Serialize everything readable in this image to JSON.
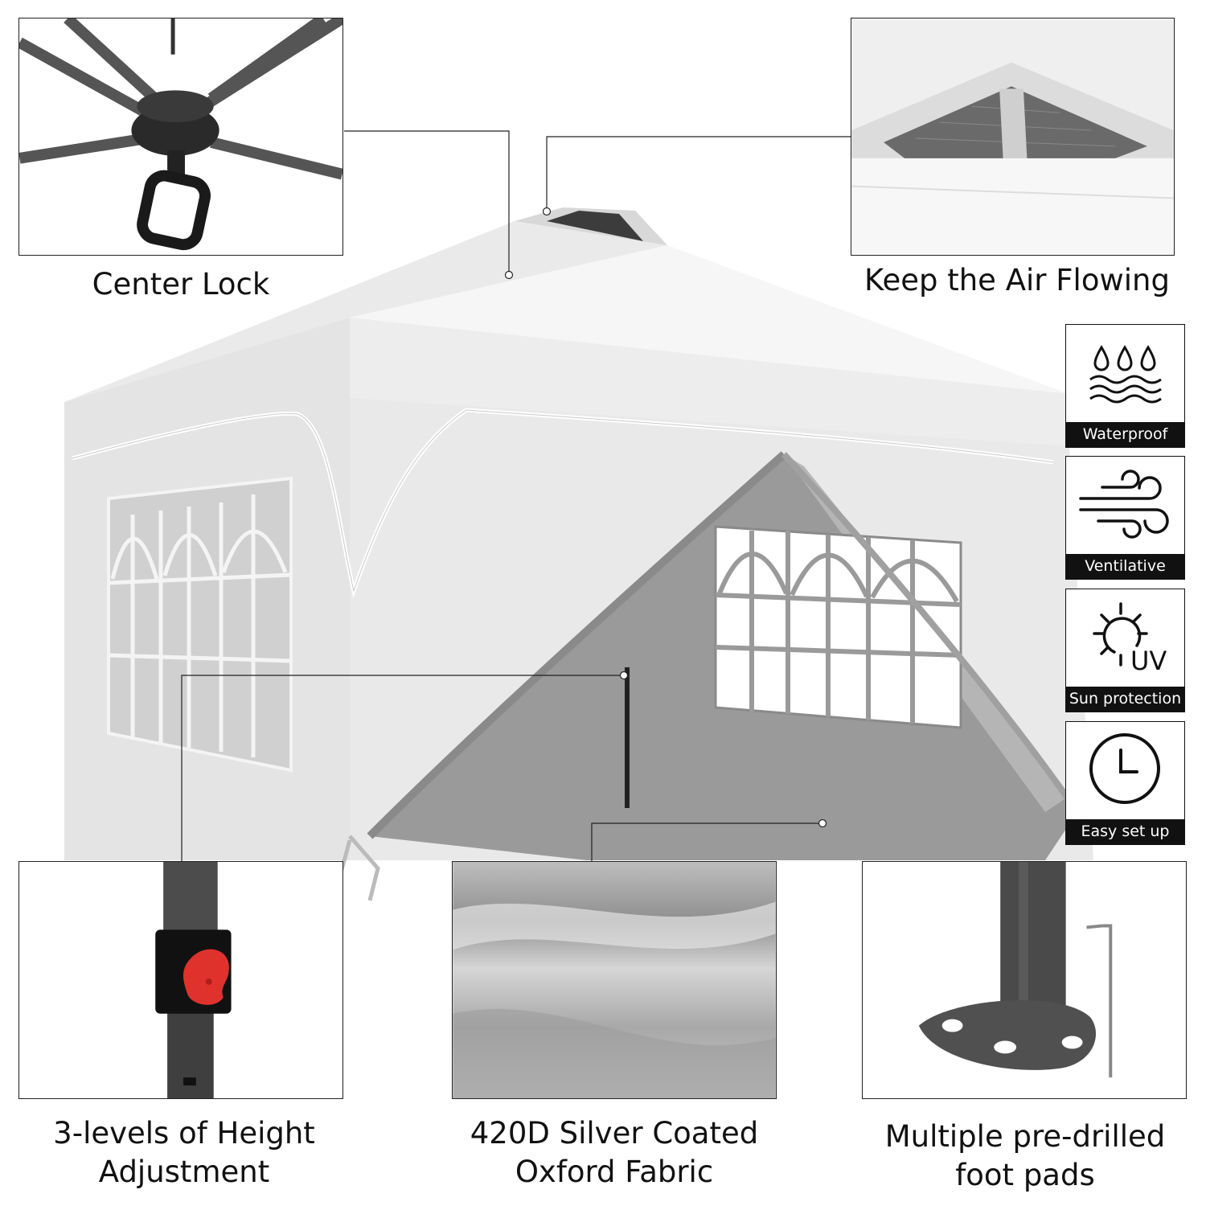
{
  "captions": {
    "center_lock": "Center Lock",
    "air_flowing": "Keep the Air Flowing",
    "height_line1": "3-levels of Height",
    "height_line2": "Adjustment",
    "fabric_line1": "420D Silver Coated",
    "fabric_line2": "Oxford Fabric",
    "foot_line1": "Multiple pre-drilled",
    "foot_line2": "foot pads"
  },
  "features": [
    {
      "label": "Waterproof",
      "icon": "water-drops-icon"
    },
    {
      "label": "Ventilative",
      "icon": "wind-icon"
    },
    {
      "label": "Sun protection",
      "icon": "sun-uv-icon"
    },
    {
      "label": "Easy set up",
      "icon": "clock-icon"
    }
  ],
  "icon_text": {
    "uv": "UV"
  },
  "colors": {
    "canopy": "#eeeeee",
    "frame": "#4a4a4a",
    "lock_button": "#e0322d",
    "label_bg": "#111111"
  }
}
